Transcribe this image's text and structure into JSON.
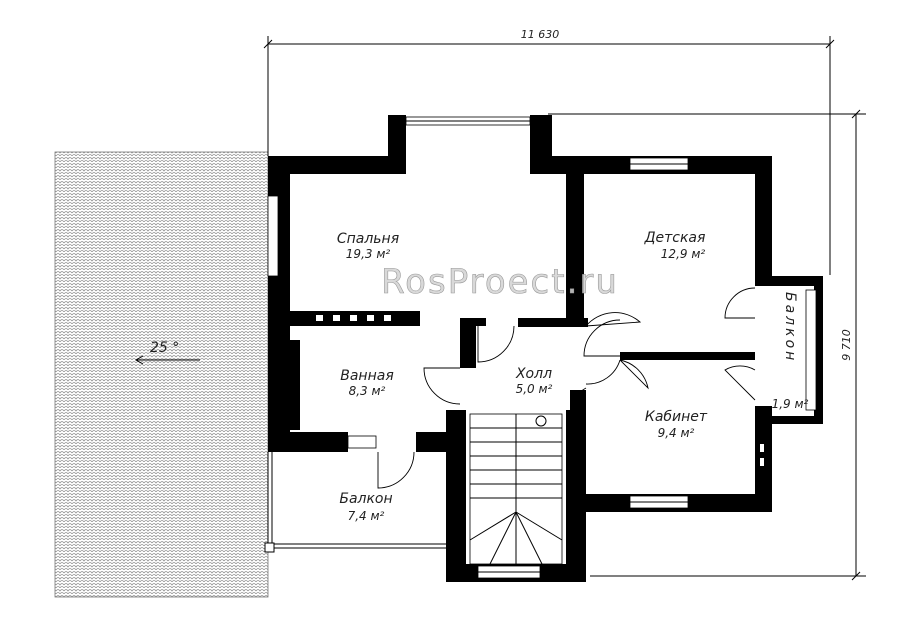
{
  "dimensions": {
    "width": "11 630",
    "height": "9 710"
  },
  "roof_slope": "25 °",
  "watermark": "RosProect.ru",
  "rooms": {
    "bedroom": {
      "name": "Спальня",
      "area": "19,3 м²"
    },
    "nursery": {
      "name": "Детская",
      "area": "12,9 м²"
    },
    "bathroom": {
      "name": "Ванная",
      "area": "8,3 м²"
    },
    "hall": {
      "name": "Холл",
      "area": "5,0 м²"
    },
    "study": {
      "name": "Кабинет",
      "area": "9,4 м²"
    },
    "balcony_s": {
      "name": "Балкон",
      "area": "7,4 м²"
    },
    "balcony_e": {
      "name": "Балкон",
      "area": "1,9 м²"
    }
  },
  "colors": {
    "wall": "#000000",
    "roof_tile": "#8c8c8c",
    "watermark": "#d2d2d2"
  }
}
